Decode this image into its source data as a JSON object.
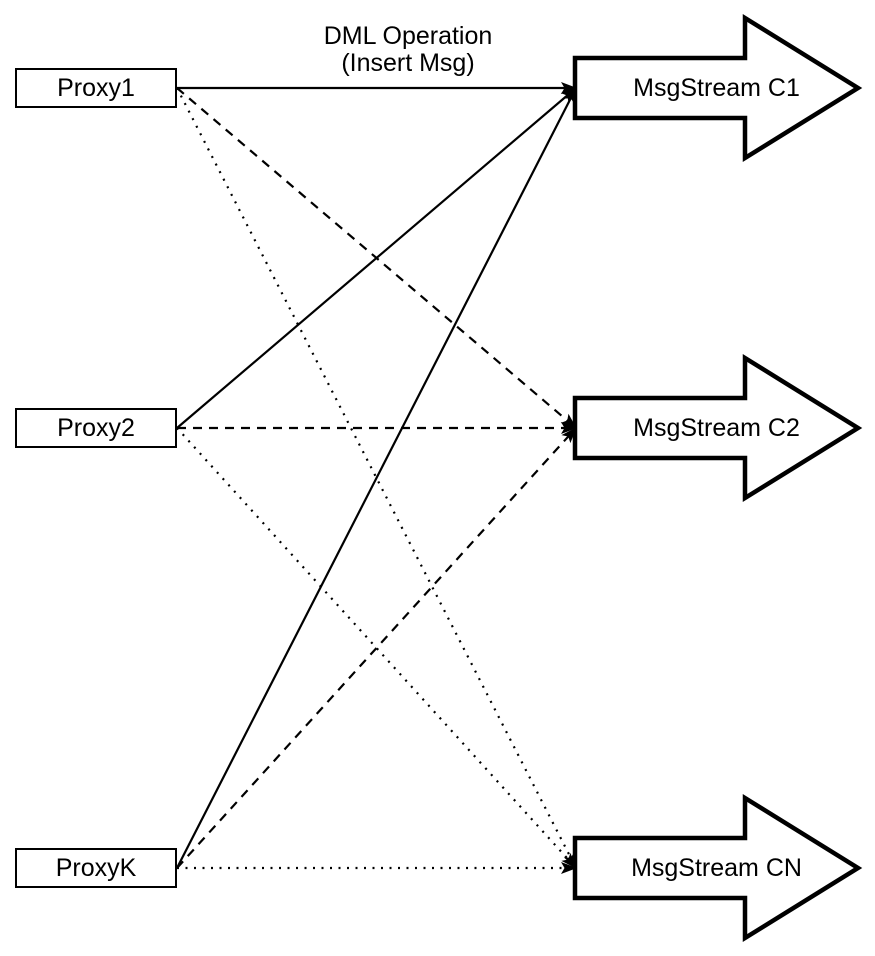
{
  "diagram": {
    "annotation": {
      "line1": "DML Operation",
      "line2": "(Insert Msg)"
    },
    "proxies": [
      "Proxy1",
      "Proxy2",
      "ProxyK"
    ],
    "streams": [
      "MsgStream C1",
      "MsgStream C2",
      "MsgStream CN"
    ],
    "connections": [
      {
        "from": "Proxy1",
        "to": "MsgStream C1",
        "style": "solid"
      },
      {
        "from": "Proxy1",
        "to": "MsgStream C2",
        "style": "dashed"
      },
      {
        "from": "Proxy1",
        "to": "MsgStream CN",
        "style": "dotted"
      },
      {
        "from": "Proxy2",
        "to": "MsgStream C1",
        "style": "solid"
      },
      {
        "from": "Proxy2",
        "to": "MsgStream C2",
        "style": "dashed"
      },
      {
        "from": "Proxy2",
        "to": "MsgStream CN",
        "style": "dotted"
      },
      {
        "from": "ProxyK",
        "to": "MsgStream C1",
        "style": "solid"
      },
      {
        "from": "ProxyK",
        "to": "MsgStream C2",
        "style": "dashed"
      },
      {
        "from": "ProxyK",
        "to": "MsgStream CN",
        "style": "dotted"
      }
    ],
    "colors": {
      "stroke": "#000000",
      "fill": "#ffffff"
    }
  }
}
